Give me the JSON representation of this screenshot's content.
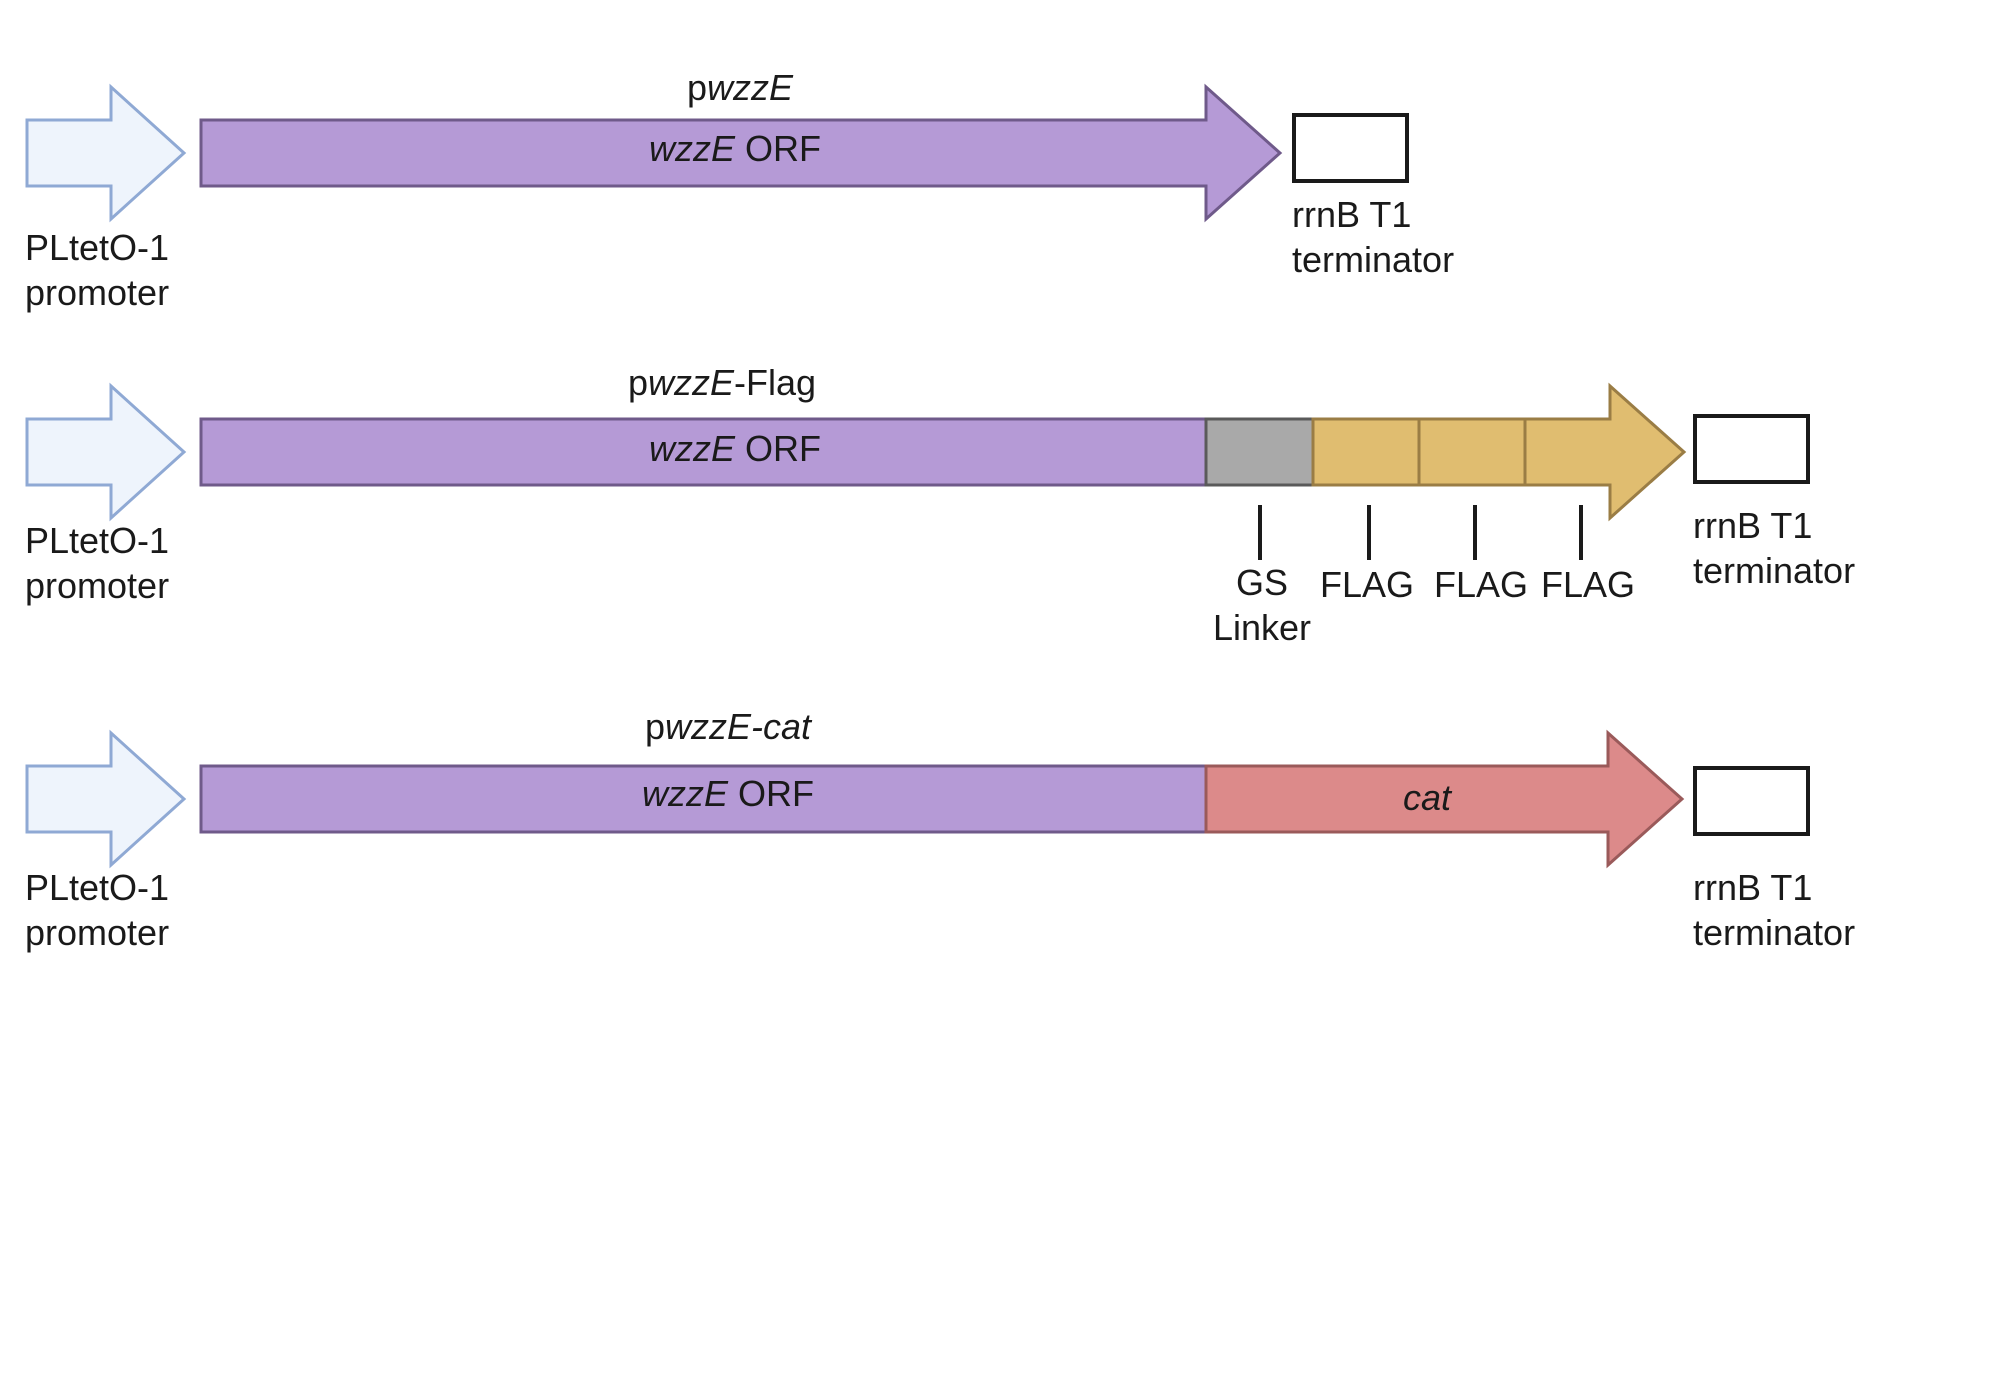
{
  "constructs": [
    {
      "title_prefix": "p",
      "title_italic": "wzzE",
      "title_suffix": "",
      "promoter_line1": "PLtetO-1",
      "promoter_line2": "promoter",
      "orf_italic": "wzzE",
      "orf_rest": " ORF",
      "terminator_line1": "rrnB T1",
      "terminator_line2": "terminator"
    },
    {
      "title_prefix": "p",
      "title_italic": "wzzE",
      "title_suffix": "-Flag",
      "promoter_line1": "PLtetO-1",
      "promoter_line2": "promoter",
      "orf_italic": "wzzE",
      "orf_rest": " ORF",
      "linker_line1": "GS",
      "linker_line2": "Linker",
      "flag_labels": [
        "FLAG",
        "FLAG",
        "FLAG"
      ],
      "terminator_line1": "rrnB T1",
      "terminator_line2": "terminator"
    },
    {
      "title_prefix": "p",
      "title_italic": "wzzE-cat",
      "title_suffix": "",
      "promoter_line1": "PLtetO-1",
      "promoter_line2": "promoter",
      "orf_italic": "wzzE",
      "orf_rest": " ORF",
      "cat_label": "cat",
      "terminator_line1": "rrnB T1",
      "terminator_line2": "terminator"
    }
  ],
  "colors": {
    "promoter_fill": "#eef4fc",
    "promoter_stroke": "#8fa9d4",
    "orf_fill": "#b59ad6",
    "orf_stroke": "#6f5a8a",
    "linker_fill": "#a9a9a9",
    "linker_stroke": "#5a5a5a",
    "flag_fill": "#e0bd70",
    "flag_stroke": "#9a7d45",
    "cat_fill": "#dc8a8a",
    "cat_stroke": "#9a5a5a",
    "terminator_stroke": "#1a1a1a"
  }
}
